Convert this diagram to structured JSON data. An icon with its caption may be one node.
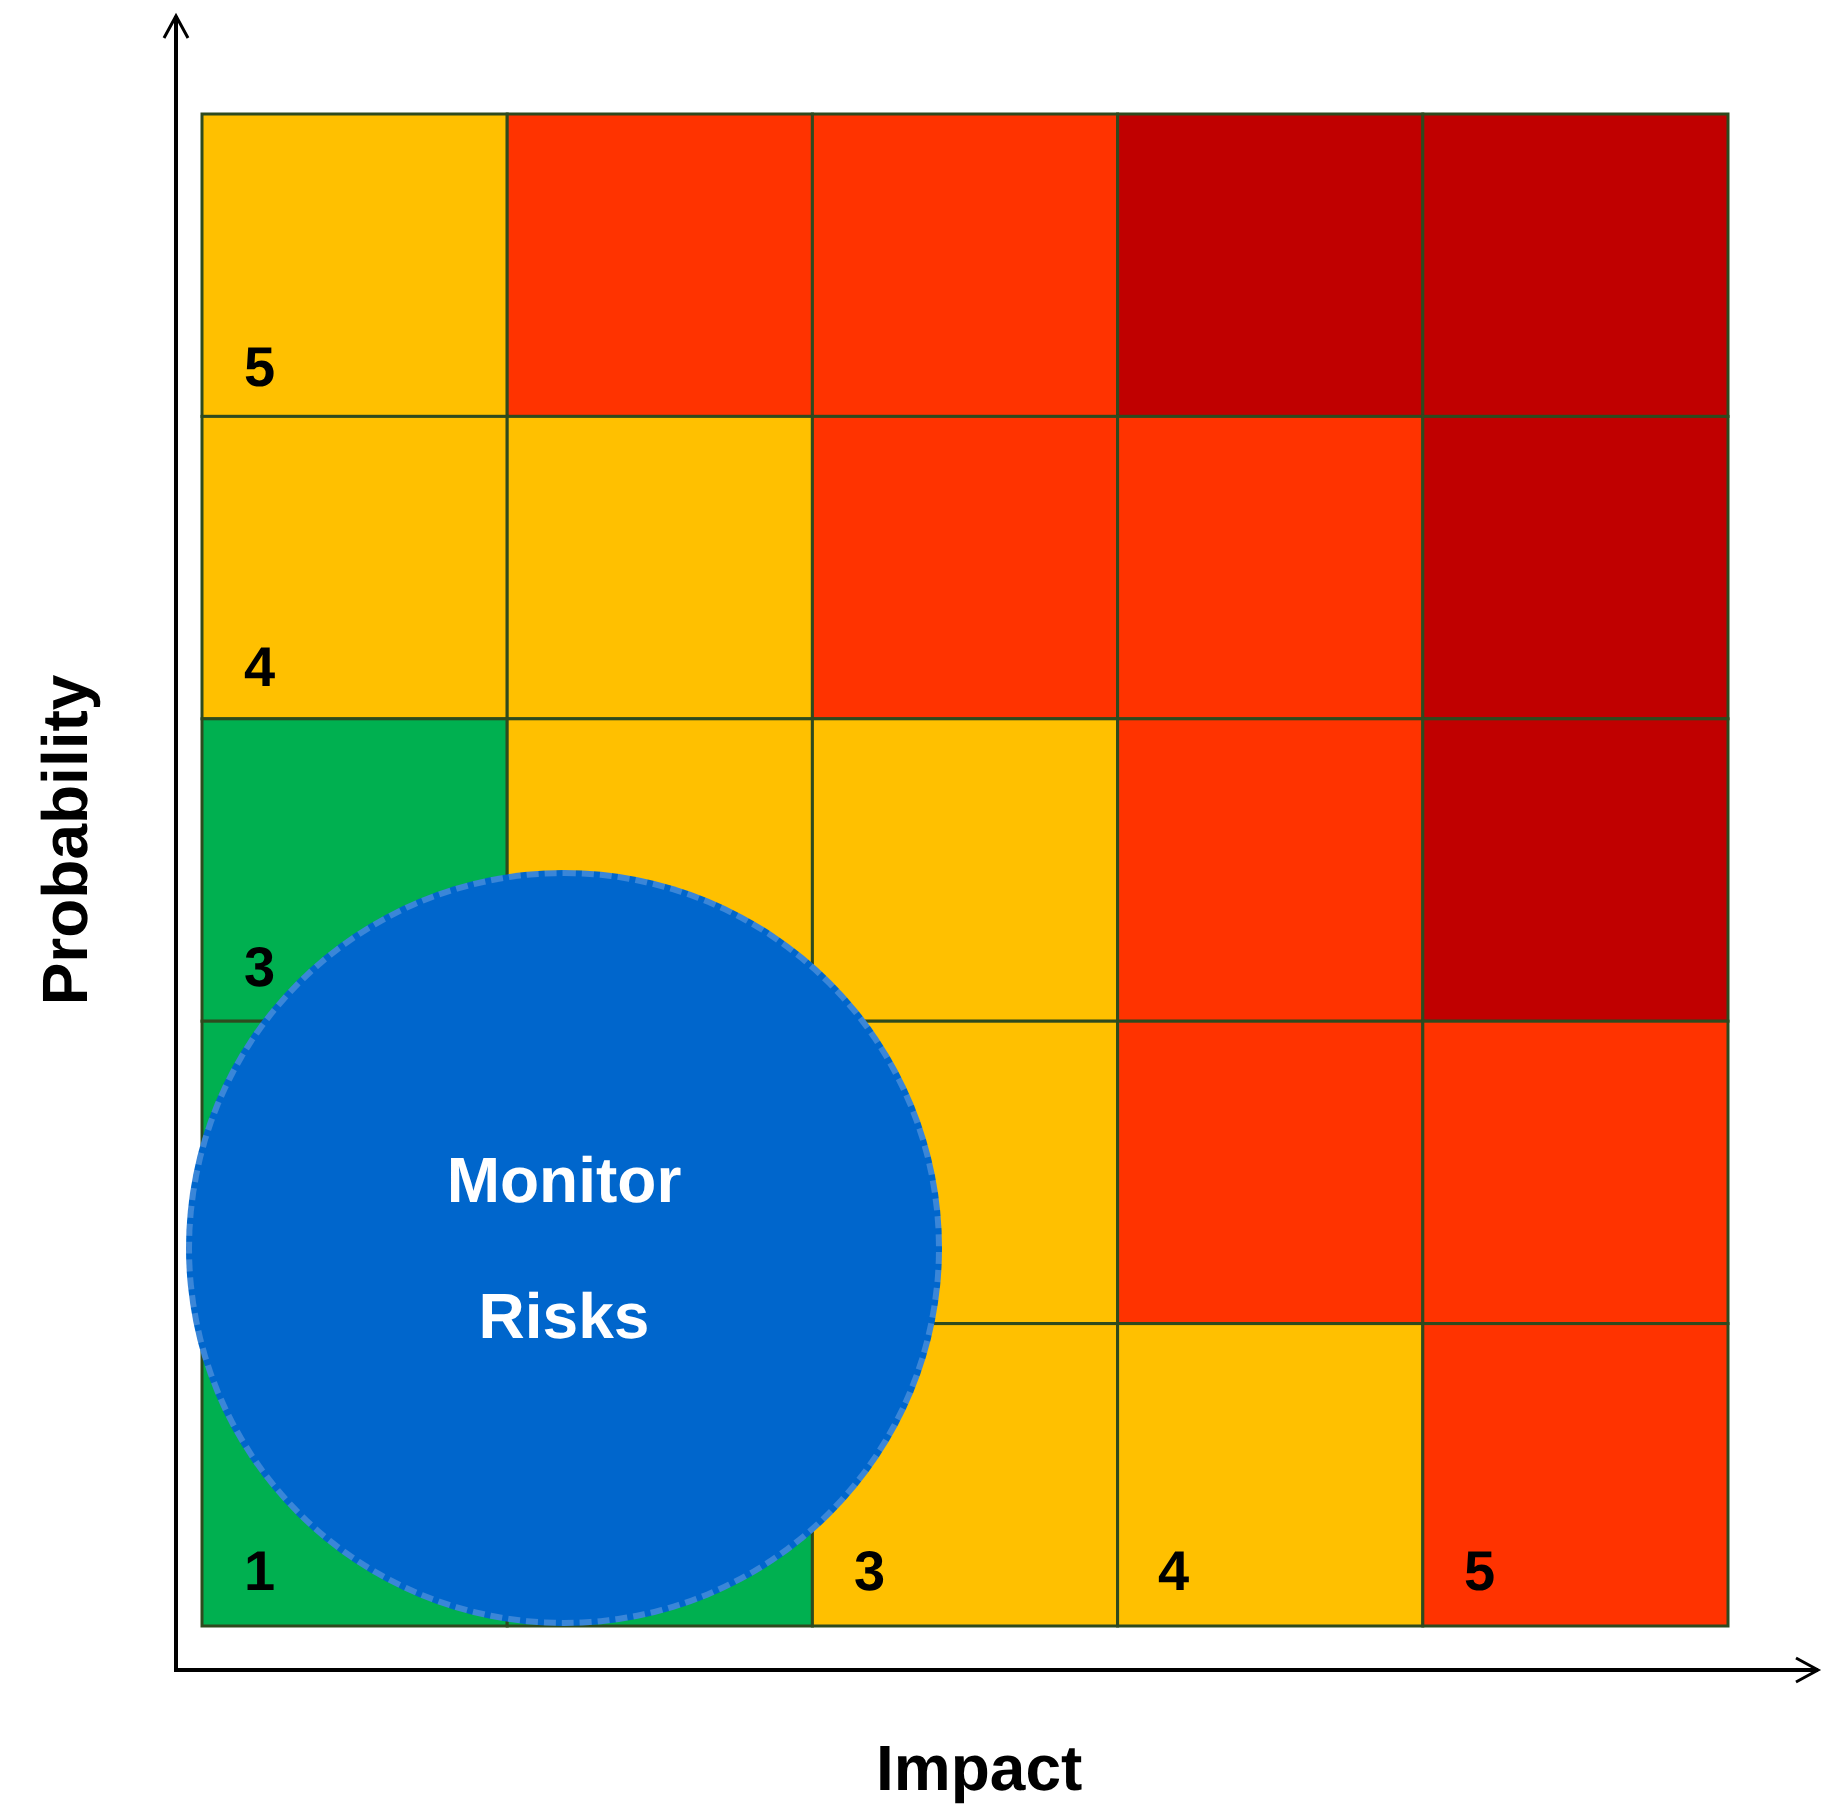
{
  "diagram": {
    "nodes": [
      {
        "text": [
          "Monitor Risks"
        ]
      }
    ],
    "labels": [
      "5",
      "4",
      "3",
      "Probability",
      "1",
      "3",
      "4",
      "5",
      "Impact"
    ]
  }
}
